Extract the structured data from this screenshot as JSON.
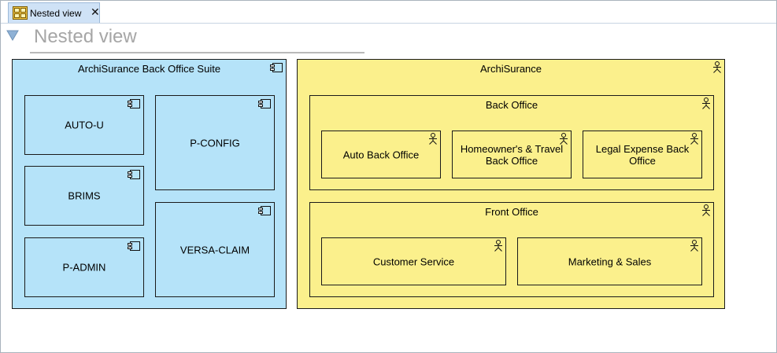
{
  "tab": {
    "label": "Nested view",
    "icon": "grid-view-icon",
    "close_glyph": "✕"
  },
  "view_title": "Nested view",
  "colors": {
    "application_fill": "#b5e3f9",
    "actor_fill": "#fbf08c",
    "tab_fill": "#cfe2f6",
    "title_gray": "#a6a6a6"
  },
  "diagram": {
    "suite": {
      "label": "ArchiSurance Back Office Suite",
      "icon": "component-icon",
      "components": [
        {
          "label": "AUTO-U",
          "icon": "component-icon"
        },
        {
          "label": "BRIMS",
          "icon": "component-icon"
        },
        {
          "label": "P-ADMIN",
          "icon": "component-icon"
        },
        {
          "label": "P-CONFIG",
          "icon": "component-icon"
        },
        {
          "label": "VERSA-CLAIM",
          "icon": "component-icon"
        }
      ]
    },
    "archisurance": {
      "label": "ArchiSurance",
      "icon": "actor-icon",
      "back_office": {
        "label": "Back Office",
        "icon": "actor-icon",
        "children": [
          {
            "label": "Auto Back Office",
            "icon": "actor-icon"
          },
          {
            "label": "Homeowner's & Travel Back Office",
            "icon": "actor-icon"
          },
          {
            "label": "Legal Expense Back Office",
            "icon": "actor-icon"
          }
        ]
      },
      "front_office": {
        "label": "Front Office",
        "icon": "actor-icon",
        "children": [
          {
            "label": "Customer Service",
            "icon": "actor-icon"
          },
          {
            "label": "Marketing & Sales",
            "icon": "actor-icon"
          }
        ]
      }
    }
  }
}
